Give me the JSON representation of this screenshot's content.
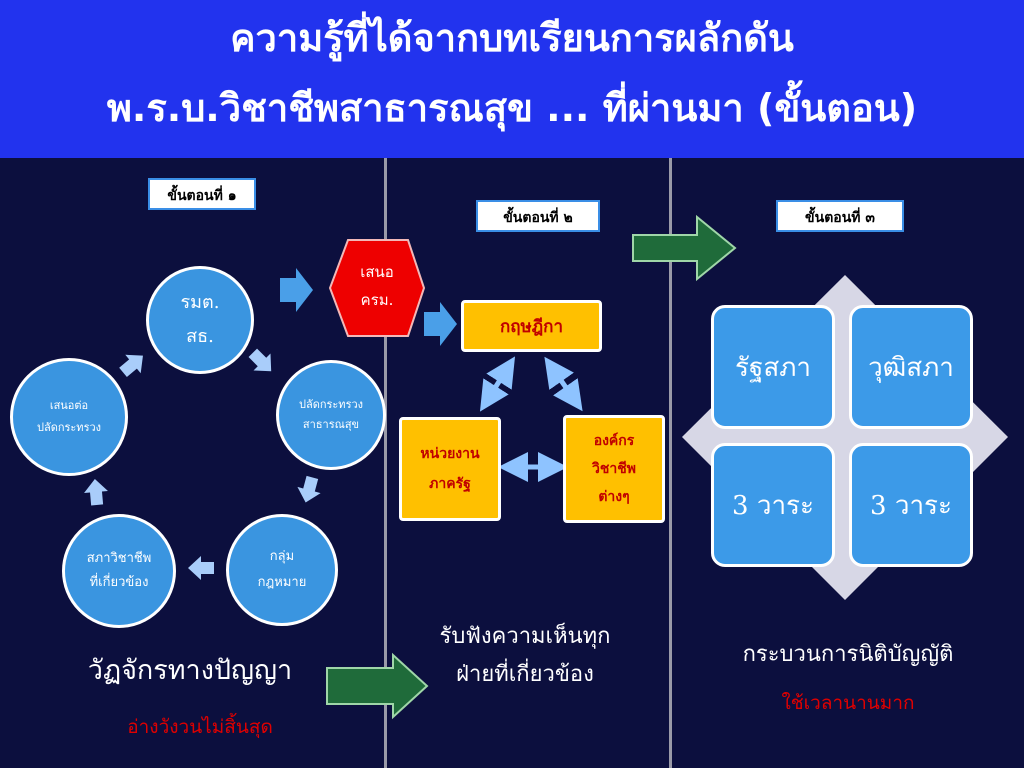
{
  "header": {
    "title_line1": "ความรู้ที่ได้จากบทเรียนการผลักดัน",
    "title_line2": "พ.ร.บ.วิชาชีพสาธารณสุข ... ที่ผ่านมา (ขั้นตอน)"
  },
  "step1": {
    "label": "ขั้นตอนที่ ๑",
    "cycle": {
      "minister": [
        "รมต.",
        "สธ."
      ],
      "permanent_secretary": [
        "ปลัดกระทรวง",
        "สาธารณสุข"
      ],
      "legal_group": [
        "กลุ่ม",
        "กฎหมาย"
      ],
      "council": [
        "สภาวิชาชีพ",
        "ที่เกี่ยวข้อง"
      ],
      "propose_to_ps": [
        "เสนอต่อ",
        "ปลัดกระทรวง"
      ]
    },
    "caption": "วัฏจักรทางปัญญา",
    "note": "อ่างวังวนไม่สิ้นสุด"
  },
  "step2": {
    "label": "ขั้นตอนที่ ๒",
    "cabinet": [
      "เสนอ",
      "ครม."
    ],
    "council_of_state": "กฤษฎีกา",
    "gov_agencies": [
      "หน่วยงาน",
      "ภาครัฐ"
    ],
    "professional_orgs": [
      "องค์กร",
      "วิชาชีพ",
      "ต่างๆ"
    ],
    "caption": [
      "รับฟังความเห็นทุก",
      "ฝ่ายที่เกี่ยวข้อง"
    ]
  },
  "step3": {
    "label": "ขั้นตอนที่ ๓",
    "parliament": "รัฐสภา",
    "senate": "วุฒิสภา",
    "readings_1": "3 วาระ",
    "readings_2": "3 วาระ",
    "caption": "กระบวนการนิติบัญญัติ",
    "note": "ใช้เวลานานมาก"
  },
  "colors": {
    "background": "#0c0f3e",
    "header": "#2233ee",
    "circle": "#3a95e0",
    "yellow_box": "#ffc000",
    "hexagon": "#ee0000",
    "note_red": "#e00000",
    "green_arrow": "#1f6b3a"
  }
}
